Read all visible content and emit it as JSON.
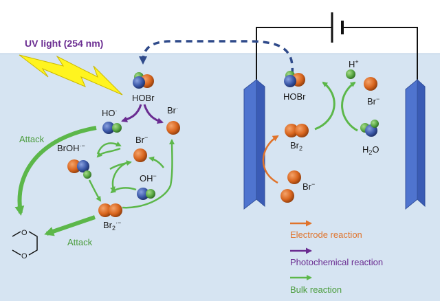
{
  "diagram": {
    "uv_label": "UV light (254 nm)",
    "species": {
      "hobr_left": "HOBr",
      "ho_radical": "HO",
      "br_radical": "Br",
      "br_anion_left": "Br",
      "broh": "BrOH",
      "oh_anion": "OH",
      "br2_radical": "Br",
      "hobr_right": "HOBr",
      "h_plus": "H",
      "br_anion_right_top": "Br",
      "br2": "Br",
      "h2o": "H",
      "br_anion_bottom": "Br"
    },
    "attack_top": "Attack",
    "attack_bottom": "Attack",
    "legend": [
      {
        "label": "Electrode reaction",
        "color": "#e0732b"
      },
      {
        "label": "Photochemical reaction",
        "color": "#6a2c91"
      },
      {
        "label": "Bulk reaction",
        "color": "#5cb74a"
      }
    ],
    "colors": {
      "water": "#d6e4f2",
      "electrode": "#4a6bc8",
      "bromine_atom": "#d9661f",
      "oxygen_atom": "#3b58a8",
      "hydrogen_atom": "#5aa845",
      "uv_bolt": "#fff41f",
      "dashed_arrow": "#2f4a8a"
    }
  }
}
